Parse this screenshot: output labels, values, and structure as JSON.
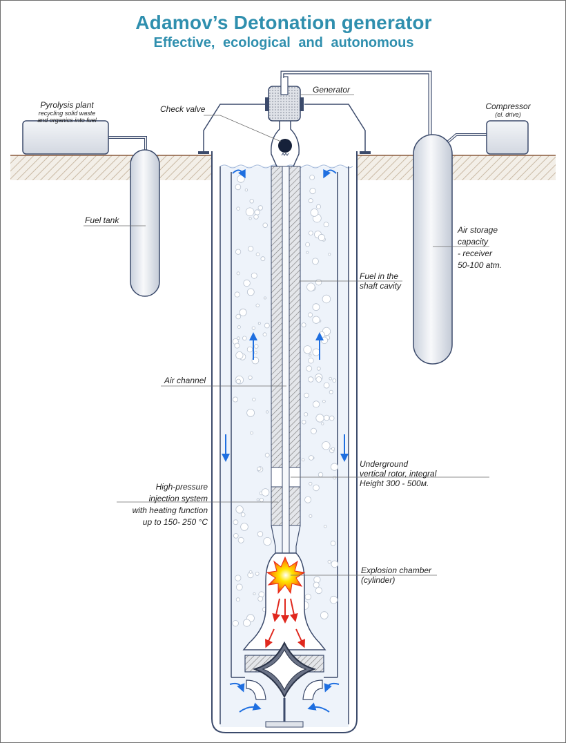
{
  "title": "Adamov’s Detonation generator",
  "subtitle": "Effective,  ecological  and  autonomous",
  "labels": {
    "generator": "Generator",
    "check_valve": "Check valve",
    "pyrolysis_title": "Pyrolysis plant",
    "pyrolysis_line1": "recycling solid waste",
    "pyrolysis_line2": "and organics into fuel",
    "compressor_title": "Compressor",
    "compressor_sub": "(el. drive)",
    "fuel_tank": "Fuel tank",
    "air_storage_1": "Air storage",
    "air_storage_2": "capacity",
    "air_storage_3": "- receiver",
    "air_storage_4": "50-100 atm.",
    "fuel_shaft_1": "Fuel in the",
    "fuel_shaft_2": "shaft cavity",
    "air_channel": "Air channel",
    "rotor_1": "Underground",
    "rotor_2": "vertical rotor, integral",
    "rotor_3": "Height 300 - 500м.",
    "injection_1": "High-pressure",
    "injection_2": "injection system",
    "injection_3": "with heating function",
    "injection_4": "up to 150- 250 °C",
    "explosion_1": "Explosion chamber",
    "explosion_2": "(cylinder)"
  },
  "colors": {
    "title": "#2f8fae",
    "outline": "#3b4a6b",
    "water": "#eef3fa",
    "bubble": "#b7c1cf",
    "flow_arrow": "#1f6fe0",
    "blast_arrow": "#e0281e",
    "ground_hatch": "#c9b9a4"
  }
}
